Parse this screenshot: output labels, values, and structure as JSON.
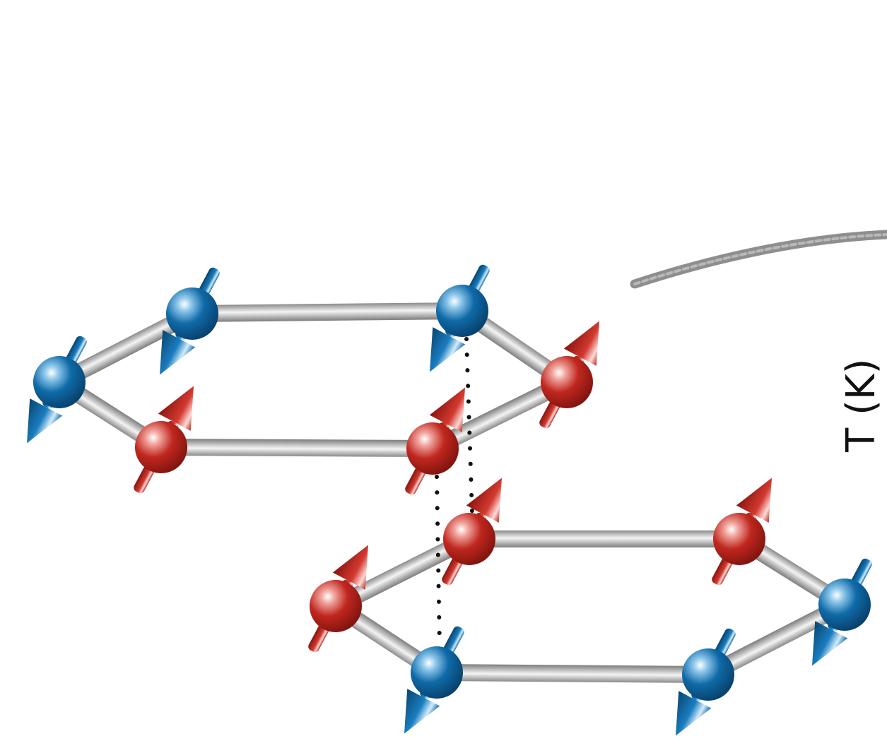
{
  "axis_label": "T (K)",
  "colors": {
    "spin_up": "#b5241c",
    "spin_down": "#0f6aa8",
    "bond": "#9a9a9a",
    "curve": "#8e8e8e",
    "interlayer_link": "#111111"
  },
  "lattice": {
    "layers": [
      {
        "name": "upper-layer",
        "sites": [
          {
            "id": "u1",
            "spin": "down"
          },
          {
            "id": "u2",
            "spin": "down"
          },
          {
            "id": "u3",
            "spin": "down"
          },
          {
            "id": "u4",
            "spin": "up"
          },
          {
            "id": "u5",
            "spin": "up"
          },
          {
            "id": "u6",
            "spin": "up"
          }
        ]
      },
      {
        "name": "lower-layer",
        "sites": [
          {
            "id": "l1",
            "spin": "up"
          },
          {
            "id": "l2",
            "spin": "up"
          },
          {
            "id": "l3",
            "spin": "up"
          },
          {
            "id": "l4",
            "spin": "down"
          },
          {
            "id": "l5",
            "spin": "down"
          },
          {
            "id": "l6",
            "spin": "down"
          }
        ]
      }
    ],
    "interlayer_links": [
      [
        "u3",
        "l1"
      ],
      [
        "u5",
        "l5"
      ]
    ]
  }
}
